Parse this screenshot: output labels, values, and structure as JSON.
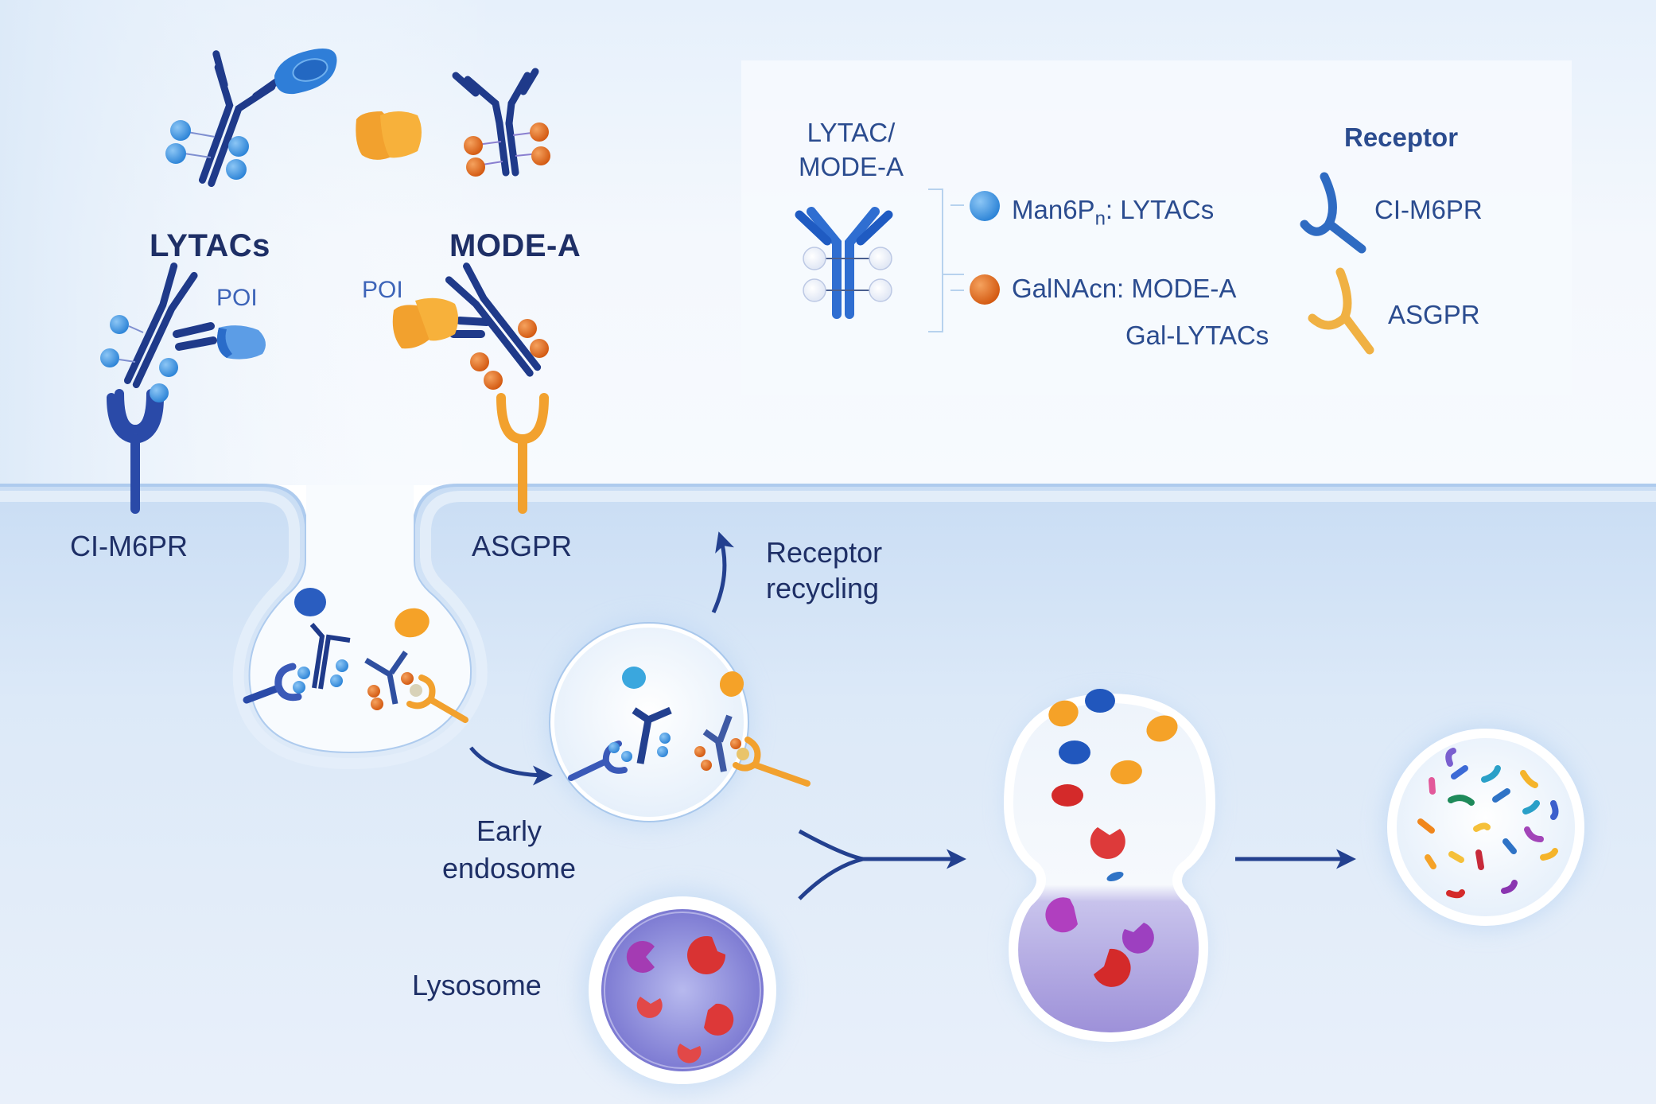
{
  "colors": {
    "navy_text": "#1e2f66",
    "antibody_dark": "#1f3a8a",
    "antibody_light": "#2f6ed1",
    "man6p_blue": "#3b93e0",
    "galnac_orange": "#e0661c",
    "cim6pr_receptor": "#2a4aa8",
    "asgpr_receptor": "#f2a12e",
    "poi_blue": "#2a7ad6",
    "poi_orange": "#f5a228",
    "lysosome_purple": "#8a86d6",
    "membrane_blue": "#cfe1f6",
    "arrow": "#23408f"
  },
  "top": {
    "lytacs_title": "LYTACs",
    "modea_title": "MODE-A",
    "poi_left": "POI",
    "poi_right": "POI"
  },
  "membrane": {
    "receptor_left_label": "CI-M6PR",
    "receptor_right_label": "ASGPR"
  },
  "legend": {
    "conjugate_title_line1": "LYTAC/",
    "conjugate_title_line2": "MODE-A",
    "ligand_1_prefix": "Man6P",
    "ligand_1_sub": "n",
    "ligand_1_suffix": ": LYTACs",
    "ligand_2": "GalNAcn: MODE-A",
    "ligand_2_extra": "Gal-LYTACs",
    "receptor_title": "Receptor",
    "receptor_1": "CI-M6PR",
    "receptor_2": "ASGPR"
  },
  "pathway": {
    "recycling_line1": "Receptor",
    "recycling_line2": "recycling",
    "early_endosome_line1": "Early",
    "early_endosome_line2": "endosome",
    "lysosome": "Lysosome"
  }
}
